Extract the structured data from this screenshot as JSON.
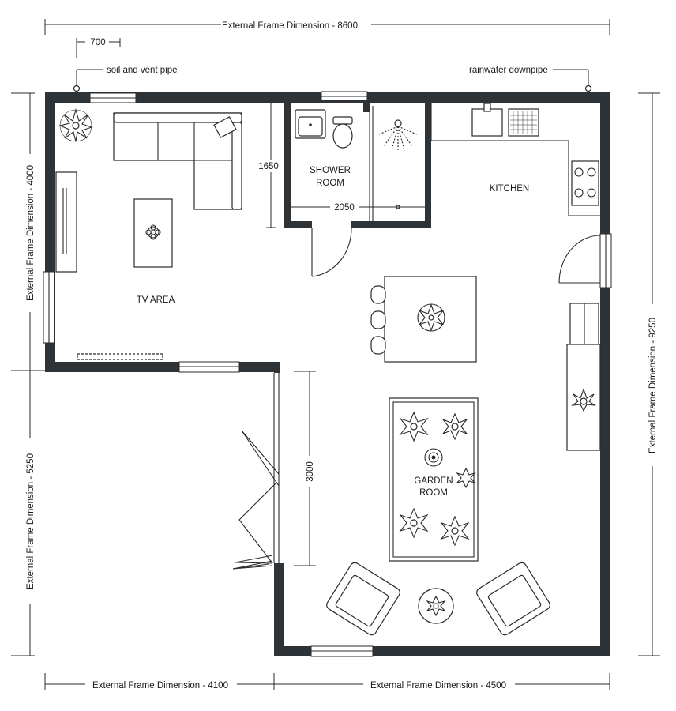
{
  "dimensions": {
    "top": "External Frame Dimension - 8600",
    "left_upper": "External Frame Dimension - 4000",
    "left_lower": "External Frame Dimension - 5250",
    "right": "External Frame Dimension - 9250",
    "bottom_left": "External Frame Dimension - 4100",
    "bottom_right": "External Frame Dimension - 4500",
    "pipe_offset": "700",
    "shower_depth": "1650",
    "shower_width": "2050",
    "door_opening": "3000"
  },
  "annotations": {
    "soil_pipe": "soil and vent pipe",
    "rainwater": "rainwater downpipe"
  },
  "rooms": {
    "tv_area": "TV AREA",
    "shower_line1": "SHOWER",
    "shower_line2": "ROOM",
    "kitchen": "KITCHEN",
    "garden_line1": "GARDEN",
    "garden_line2": "ROOM"
  },
  "colors": {
    "wall": "#2e3338",
    "line": "#2a2a2a",
    "background": "#ffffff"
  }
}
